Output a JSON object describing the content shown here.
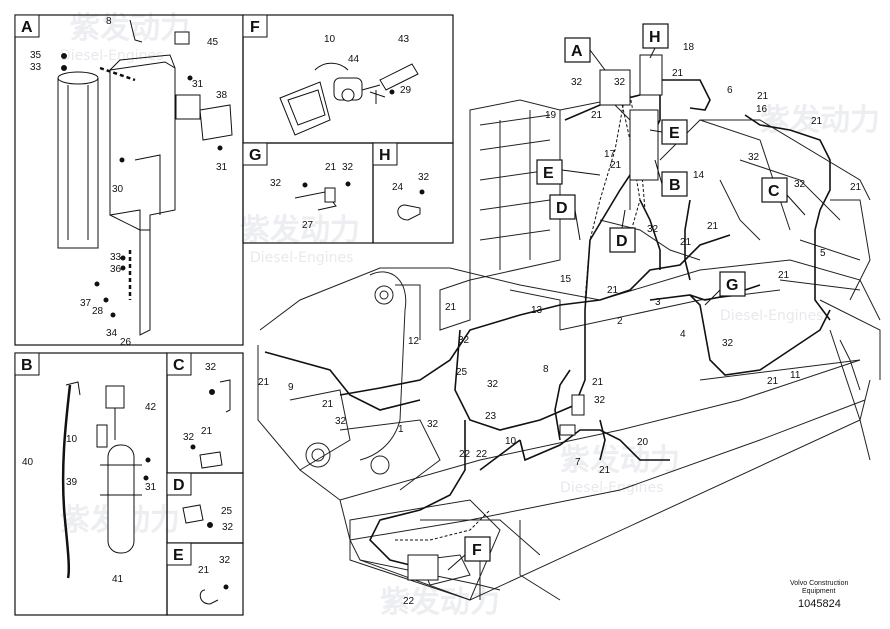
{
  "panels": {
    "A": {
      "label": "A",
      "parts": [
        "8",
        "45",
        "35",
        "33",
        "31",
        "38",
        "31",
        "30",
        "33",
        "36",
        "37",
        "28",
        "34",
        "26"
      ]
    },
    "B": {
      "label": "B",
      "parts": [
        "42",
        "10",
        "40",
        "39",
        "31",
        "41"
      ]
    },
    "C": {
      "label": "C",
      "parts": [
        "32",
        "32",
        "21"
      ]
    },
    "D": {
      "label": "D",
      "parts": [
        "25",
        "32"
      ]
    },
    "E": {
      "label": "E",
      "parts": [
        "32",
        "21"
      ]
    },
    "F": {
      "label": "F",
      "parts": [
        "10",
        "44",
        "43",
        "29"
      ]
    },
    "G": {
      "label": "G",
      "parts": [
        "32",
        "21",
        "32",
        "27"
      ]
    },
    "H": {
      "label": "H",
      "parts": [
        "24",
        "32"
      ]
    }
  },
  "main_labels": {
    "callouts": [
      "A",
      "H",
      "E",
      "B",
      "C",
      "D",
      "D",
      "E",
      "G",
      "F"
    ],
    "parts": [
      "18",
      "21",
      "32",
      "32",
      "6",
      "19",
      "21",
      "16",
      "21",
      "17",
      "21",
      "32",
      "21",
      "32",
      "21",
      "14",
      "32",
      "21",
      "21",
      "5",
      "21",
      "3",
      "21",
      "13",
      "2",
      "4",
      "32",
      "12",
      "21",
      "32",
      "25",
      "8",
      "21",
      "15",
      "21",
      "11",
      "21",
      "9",
      "32",
      "23",
      "32",
      "21",
      "32",
      "1",
      "32",
      "22",
      "7",
      "20",
      "22",
      "10",
      "21",
      "22"
    ]
  },
  "watermark": {
    "brand_cn": "紫发动力",
    "brand_en": "Diesel-Engines"
  },
  "footer": {
    "company": "Volvo Construction",
    "company2": "Equipment",
    "drawing_no": "1045824"
  }
}
